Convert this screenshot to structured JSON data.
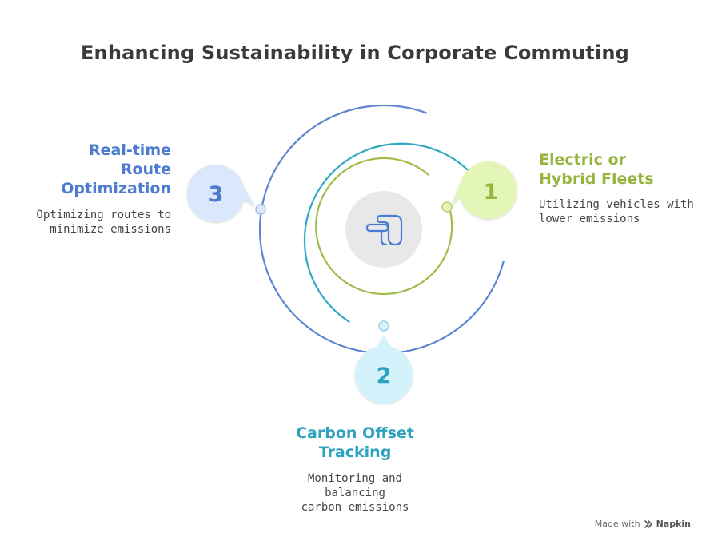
{
  "title": "Enhancing Sustainability in Corporate Commuting",
  "center_icon": "route-icon",
  "steps": [
    {
      "number": "1",
      "heading_lines": [
        "Electric or",
        "Hybrid Fleets"
      ],
      "description_lines": [
        "Utilizing vehicles with",
        "lower emissions"
      ],
      "color": "#97b440",
      "badge_fill": "#e4f5b8"
    },
    {
      "number": "2",
      "heading_lines": [
        "Carbon Offset",
        "Tracking"
      ],
      "description_lines": [
        "Monitoring and balancing",
        "carbon emissions"
      ],
      "color": "#2fa2bf",
      "badge_fill": "#d3f2fb"
    },
    {
      "number": "3",
      "heading_lines": [
        "Real-time",
        "Route",
        "Optimization"
      ],
      "description_lines": [
        "Optimizing routes to",
        "minimize emissions"
      ],
      "color": "#4d7bd0",
      "badge_fill": "#dbe7fb"
    }
  ],
  "footer": {
    "made_with": "Made with",
    "brand": "Napkin",
    "brand_icon": "napkin-logo-icon"
  }
}
